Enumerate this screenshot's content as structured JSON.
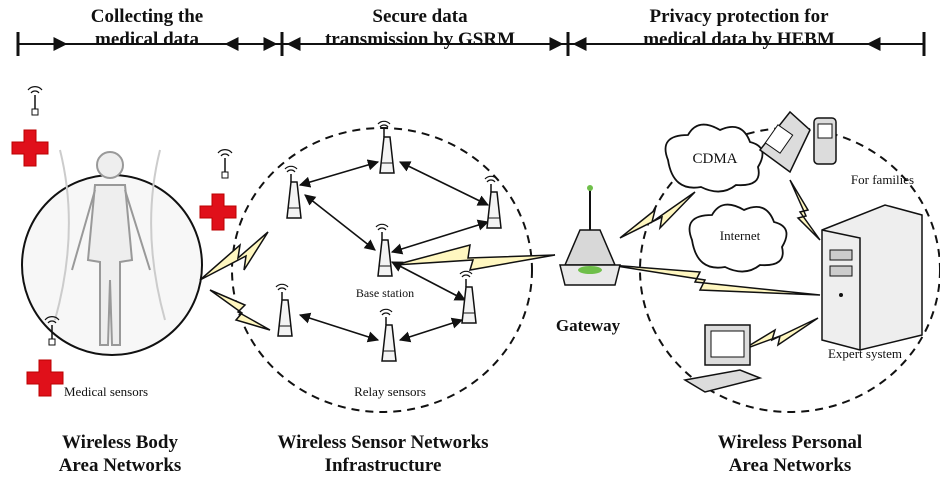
{
  "headers": {
    "collect": [
      "Collecting the",
      "medical data"
    ],
    "secure": [
      "Secure data",
      "transmission by GSRM"
    ],
    "privacy": [
      "Privacy protection for",
      "medical data by HEBM"
    ]
  },
  "sections": {
    "wban": [
      "Wireless Body",
      "Area Networks"
    ],
    "wsn": [
      "Wireless Sensor Networks",
      "Infrastructure"
    ],
    "wpan": [
      "Wireless Personal",
      "Area Networks"
    ]
  },
  "labels": {
    "medical_sensors": "Medical sensors",
    "base_station": "Base station",
    "relay_sensors": "Relay sensors",
    "gateway": "Gateway",
    "cdma": "CDMA",
    "internet": "Internet",
    "for_families": "For families",
    "expert_system": "Expert system"
  },
  "icons": [
    "antenna-icon",
    "red-cross-icon",
    "human-body-icon",
    "sensor-tower-icon",
    "gateway-router-icon",
    "cloud-icon",
    "lightning-link-icon",
    "mobile-phone-icon",
    "server-icon",
    "computer-icon"
  ],
  "colors": {
    "red_cross": "#e0101a",
    "line": "#111111",
    "gateway_green": "#6fbf4a"
  }
}
